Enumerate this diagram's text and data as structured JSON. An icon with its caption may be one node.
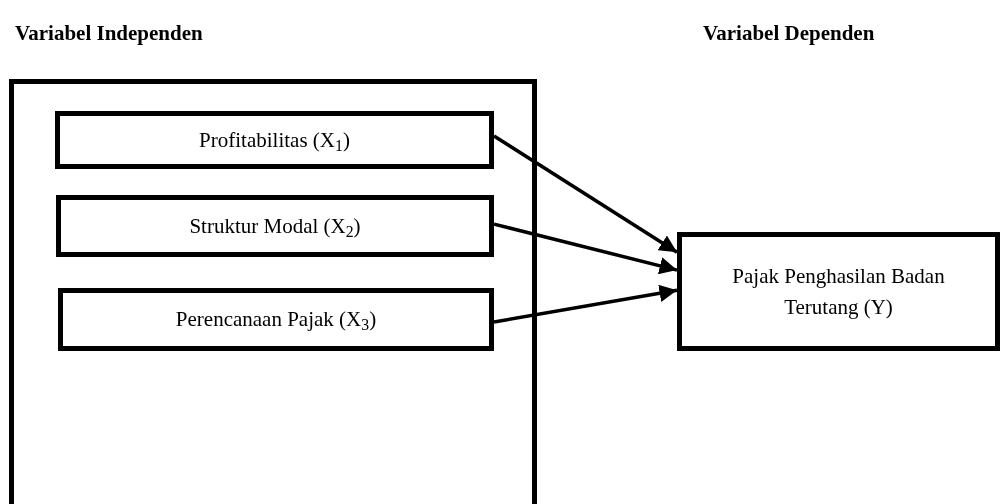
{
  "diagram": {
    "nodes": [
      {
        "text": [],
        "shape": "box"
      },
      {
        "text": [
          "Profitabilitas (X$_{1}$)"
        ],
        "in": 0
      },
      {
        "text": [
          "Struktur Modal (X$_{2}$)"
        ],
        "in": 0
      },
      {
        "text": [
          "Perencanaan Pajak (X$_{3}$)"
        ],
        "in": 0
      },
      {
        "text": [
          "Pajak Penghasilan Badan Terutang (Y)"
        ]
      }
    ],
    "edges": [
      {
        "from": 1,
        "to": 4,
        "arrow": "to"
      },
      {
        "from": 2,
        "to": 4,
        "arrow": "to"
      },
      {
        "from": 3,
        "to": 4,
        "arrow": "to"
      }
    ],
    "labels": [
      "Variabel Independen",
      "Variabel Dependen"
    ]
  }
}
